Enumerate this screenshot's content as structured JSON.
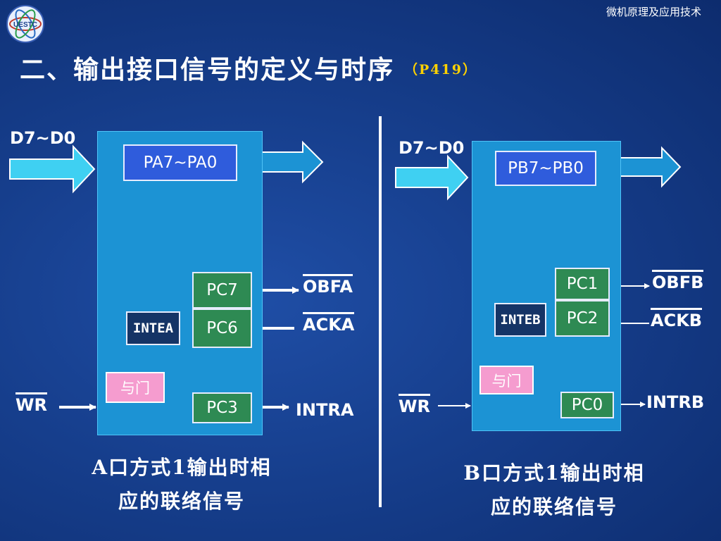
{
  "header": {
    "course_title": "微机原理及应用技术",
    "logo_text": "UESTC"
  },
  "slide": {
    "title": "二、输出接口信号的定义与时序",
    "page_ref": "（P419）"
  },
  "port_a": {
    "data_bus": "D7~D0",
    "register": "PA7~PA0",
    "pc7": "PC7",
    "pc6": "PC6",
    "pc3": "PC3",
    "inte": "INTEA",
    "and_gate": "与门",
    "obf": "OBFA",
    "ack": "ACKA",
    "intr": "INTRA",
    "wr": "WR",
    "caption_line1": "A口方式1输出时相",
    "caption_line2": "应的联络信号"
  },
  "port_b": {
    "data_bus": "D7~D0",
    "register": "PB7~PB0",
    "pc1": "PC1",
    "pc2": "PC2",
    "pc0": "PC0",
    "inte": "INTEB",
    "and_gate": "与门",
    "obf": "OBFB",
    "ack": "ACKB",
    "intr": "INTRB",
    "wr": "WR",
    "caption_line1": "B口方式1输出时相",
    "caption_line2": "应的联络信号"
  },
  "colors": {
    "background": "#163e8c",
    "panel": "#1c93d4",
    "register_box": "#2f5cdc",
    "pc_box": "#2e8a53",
    "inte_box": "#153466",
    "and_gate": "#f59ccf",
    "bus_arrow": "#3fd0f2",
    "page_ref": "#ffd200"
  }
}
